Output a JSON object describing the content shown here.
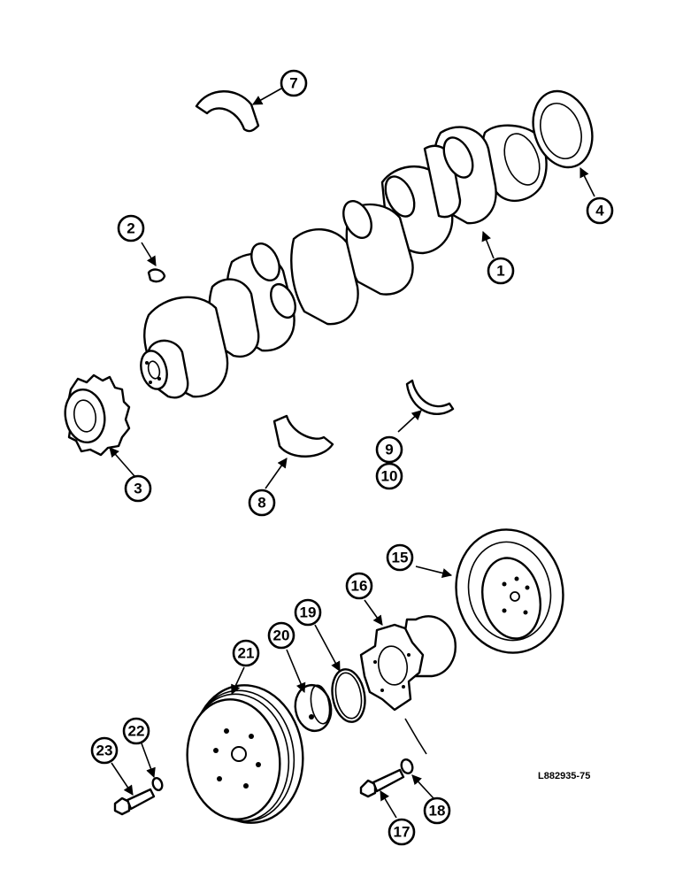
{
  "diagram": {
    "reference_code": "L882935-75",
    "callouts": [
      {
        "id": "c1",
        "label": "1"
      },
      {
        "id": "c2",
        "label": "2"
      },
      {
        "id": "c3",
        "label": "3"
      },
      {
        "id": "c4",
        "label": "4"
      },
      {
        "id": "c7",
        "label": "7"
      },
      {
        "id": "c8",
        "label": "8"
      },
      {
        "id": "c9",
        "label": "9"
      },
      {
        "id": "c10",
        "label": "10"
      },
      {
        "id": "c15",
        "label": "15"
      },
      {
        "id": "c16",
        "label": "16"
      },
      {
        "id": "c17",
        "label": "17"
      },
      {
        "id": "c18",
        "label": "18"
      },
      {
        "id": "c19",
        "label": "19"
      },
      {
        "id": "c20",
        "label": "20"
      },
      {
        "id": "c21",
        "label": "21"
      },
      {
        "id": "c22",
        "label": "22"
      },
      {
        "id": "c23",
        "label": "23"
      }
    ]
  }
}
